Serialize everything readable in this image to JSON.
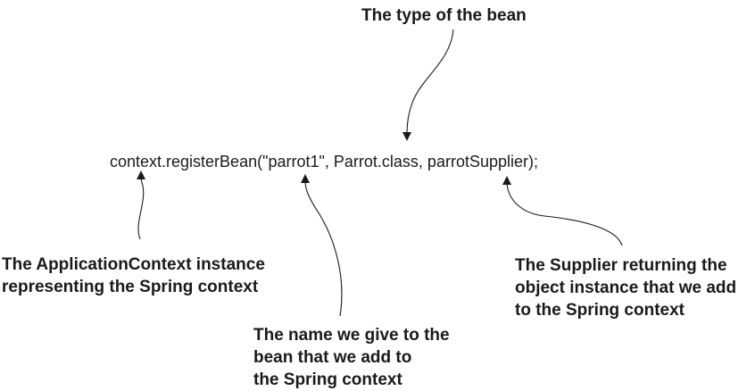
{
  "code": {
    "line": "context.registerBean(\"parrot1\", Parrot.class, parrotSupplier);"
  },
  "annotations": {
    "bean_type": {
      "lines": [
        "The type of the bean"
      ]
    },
    "context_instance": {
      "lines": [
        "The ApplicationContext instance",
        "representing the Spring context"
      ]
    },
    "bean_name": {
      "lines": [
        "The name we give to the",
        "bean that we add to",
        "the Spring context"
      ]
    },
    "supplier": {
      "lines": [
        "The Supplier returning the",
        "object instance that we add",
        "to the Spring context"
      ]
    }
  }
}
